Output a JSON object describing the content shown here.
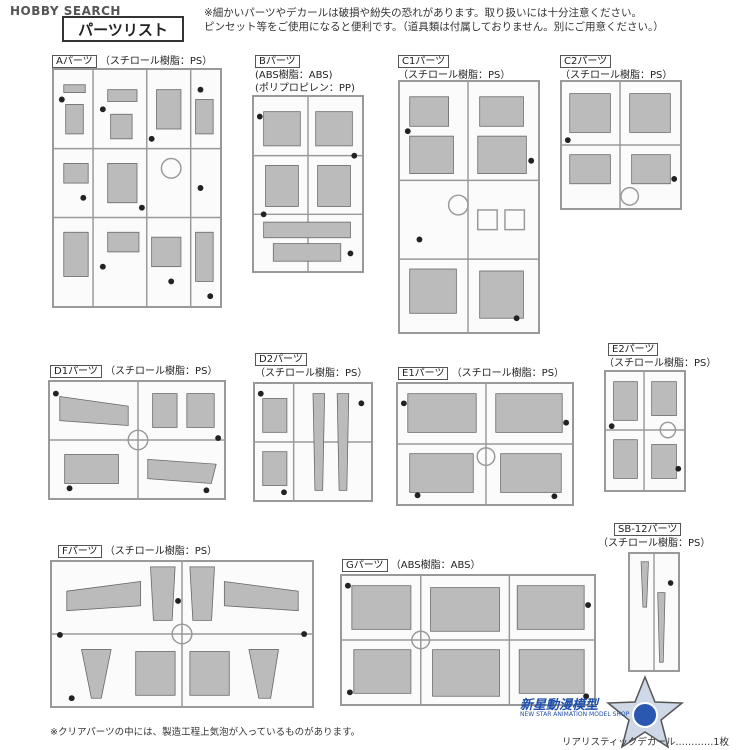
{
  "header": {
    "logo": "HOBBY SEARCH",
    "title": "パーツリスト",
    "notice_line1": "※細かいパーツやデカールは破損や紛失の恐れがあります。取り扱いには十分注意ください。",
    "notice_line2": "ピンセット等をご使用になると便利です。（道具類は付属しておりません。別にご用意ください。）"
  },
  "parts": {
    "A": {
      "name": "Aパーツ",
      "material": "（スチロール樹脂：PS）"
    },
    "B": {
      "name": "Bパーツ",
      "material": "(ABS樹脂：ABS)",
      "material2": "(ポリプロピレン：PP)"
    },
    "C1": {
      "name": "C1パーツ",
      "material": "（スチロール樹脂：PS）"
    },
    "C2": {
      "name": "C2パーツ",
      "material": "（スチロール樹脂：PS）"
    },
    "D1": {
      "name": "D1パーツ",
      "material": "（スチロール樹脂：PS）"
    },
    "D2": {
      "name": "D2パーツ",
      "material": "（スチロール樹脂：PS）"
    },
    "E1": {
      "name": "E1パーツ",
      "material": "（スチロール樹脂：PS）"
    },
    "E2": {
      "name": "E2パーツ",
      "material": "（スチロール樹脂：PS）"
    },
    "F": {
      "name": "Fパーツ",
      "material": "（スチロール樹脂：PS）"
    },
    "G": {
      "name": "Gパーツ",
      "material": "（ABS樹脂：ABS）"
    },
    "SB12": {
      "name": "SB-12パーツ",
      "material": "（スチロール樹脂：PS）"
    }
  },
  "footer": {
    "clear_note": "※クリアパーツの中には、製造工程上気泡が入っているものがあります。",
    "decal": "リアリスティックデカール…………1枚"
  },
  "watermark": {
    "name": "新星動漫模型",
    "sub": "NEW STAR ANIMATION MODEL SHOP"
  }
}
